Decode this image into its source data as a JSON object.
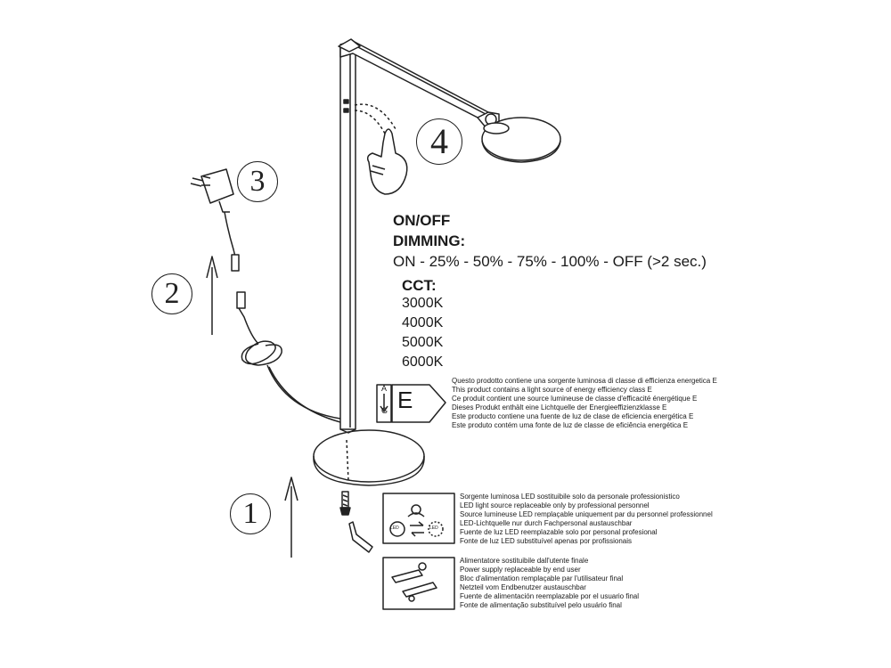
{
  "steps": [
    "1",
    "2",
    "3",
    "4"
  ],
  "controls": {
    "onoff_label": "ON/OFF",
    "dimming_label": "DIMMING:",
    "dimming_sequence": "ON - 25% - 50% - 75% - 100% - OFF (>2 sec.)"
  },
  "cct": {
    "label": "CCT:",
    "values": [
      "3000K",
      "4000K",
      "5000K",
      "6000K"
    ]
  },
  "energy_label": {
    "scale_top": "A",
    "scale_bottom": "G",
    "class": "E",
    "lines": [
      "Questo prodotto contiene una sorgente luminosa di classe di efficienza energetica E",
      "This product contains a light source of energy efficiency class E",
      "Ce produit contient une source lumineuse de classe d'efficacité énergétique E",
      "Dieses Produkt enthält eine Lichtquelle der Energieeffizienzklasse E",
      "Este producto contiene una fuente de luz de clase de eficiencia energética E",
      "Este produto contém uma fonte de luz de classe de eficiência energética E"
    ]
  },
  "led_notice": {
    "icon_text": "LED",
    "lines": [
      "Sorgente luminosa LED sostituibile solo da personale professionistico",
      "LED light source replaceable only by professional personnel",
      "Source lumineuse LED remplaçable uniquement par du personnel professionnel",
      "LED-Lichtquelle nur durch Fachpersonal austauschbar",
      "Fuente de luz LED reemplazable solo por personal profesional",
      "Fonte de luz LED substituível apenas por profissionais"
    ]
  },
  "psu_notice": {
    "lines": [
      "Alimentatore sostituibile dall'utente finale",
      "Power supply replaceable by end user",
      "Bloc d'alimentation remplaçable par l'utilisateur final",
      "Netzteil vom Endbenutzer austauschbar",
      "Fuente de alimentación reemplazable por el usuario final",
      "Fonte de alimentação substituível pelo usuário final"
    ]
  }
}
